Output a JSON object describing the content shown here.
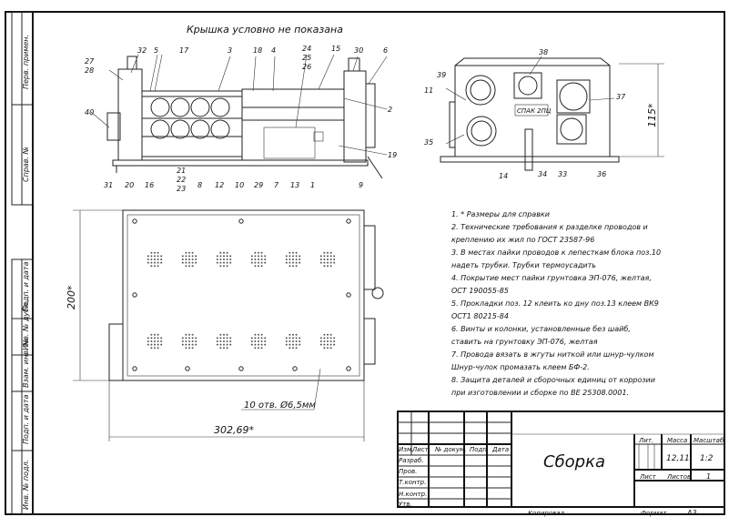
{
  "header_note": "Крышка условно не показана",
  "side_strip": {
    "perv_primen": "Перв. примен.",
    "sprav_no": "Справ. №",
    "podp_data_1": "Подп. и дата",
    "inv_dubl": "Инв. № дубл.",
    "vzam_inv": "Взам. инв. №",
    "podp_data_2": "Подп. и дата",
    "inv_podl": "Инв. № подл."
  },
  "callouts": {
    "top_view": [
      "27",
      "28",
      "32",
      "5",
      "17",
      "3",
      "18",
      "4",
      "24",
      "25",
      "26",
      "15",
      "30",
      "6",
      "40",
      "2",
      "19",
      "31",
      "20",
      "16",
      "8",
      "21",
      "22",
      "23",
      "12",
      "10",
      "29",
      "7",
      "13",
      "1",
      "9"
    ],
    "side_view": [
      "38",
      "39",
      "11",
      "37",
      "35",
      "14",
      "34",
      "33",
      "36"
    ]
  },
  "connector_label": "СПАК 2ПЦ",
  "dimensions": {
    "height_side": "115*",
    "height_plan": "200*",
    "width_plan": "302,69*",
    "holes": "10 отв. Ø6,5мм"
  },
  "notes": [
    "1. * Размеры для справки",
    "2. Технические требования к разделке проводов и",
    "    креплению их жил по ГОСТ 23587-96",
    "3. В местах пайки проводов к лепесткам блока поз.10",
    "    надеть трубки. Трубки термоусадить",
    "4. Покрытие мест пайки грунтовка ЭП-076, желтая,",
    "    ОСТ 190055-85",
    "5. Прокладки поз. 12 клеить ко дну поз.13 клеем ВК9",
    "    ОСТ1 80215-84",
    "6. Винты и колонки, установленные без шайб,",
    "    ставить на грунтовку ЭП-076, желтая",
    "7. Провода вязать в жгуты ниткой или шнур-чулком",
    "    Шнур-чулок промазать клеем БФ-2.",
    "8. Защита деталей и сборочных единиц от коррозии",
    "    при изготовлении и сборке по ВЕ 25308.0001."
  ],
  "title_block": {
    "headers": [
      "Изм.",
      "Лист",
      "№ докум.",
      "Подп.",
      "Дата"
    ],
    "rows": [
      "Разраб.",
      "Пров.",
      "Т.контр.",
      "Н.контр.",
      "Утв."
    ],
    "title": "Сборка",
    "lit": "Лит.",
    "massa": "Масса",
    "masshtab": "Масштаб",
    "massa_value": "12,11",
    "masshtab_value": "1:2",
    "list": "Лист",
    "listov": "Листов",
    "listov_value": "1",
    "kopiroval": "Копировал",
    "format": "Формат",
    "format_value": "А3"
  }
}
